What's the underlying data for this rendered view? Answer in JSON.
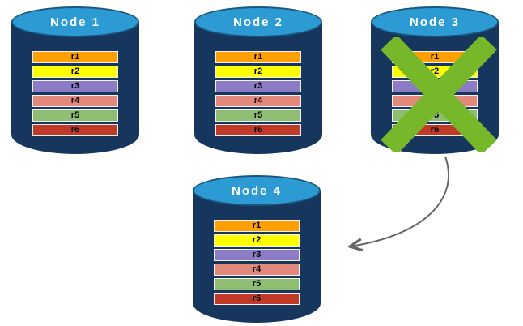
{
  "canvas": {
    "background": "#ffffff"
  },
  "cylinder": {
    "body_color": "#17365D",
    "top_color": "#2D9BD3",
    "label_color": "#ffffff"
  },
  "nodes": [
    {
      "id": "node-1",
      "label": "Node 1",
      "rows": [
        {
          "label": "r1",
          "color": "#FFA000"
        },
        {
          "label": "r2",
          "color": "#FFFF00"
        },
        {
          "label": "r3",
          "color": "#8C7CC8"
        },
        {
          "label": "r4",
          "color": "#E2897B"
        },
        {
          "label": "r5",
          "color": "#8FBE72"
        },
        {
          "label": "r6",
          "color": "#C13A27"
        }
      ]
    },
    {
      "id": "node-2",
      "label": "Node 2",
      "rows": [
        {
          "label": "r1",
          "color": "#FFA000"
        },
        {
          "label": "r2",
          "color": "#FFFF00"
        },
        {
          "label": "r3",
          "color": "#8C7CC8"
        },
        {
          "label": "r4",
          "color": "#E2897B"
        },
        {
          "label": "r5",
          "color": "#8FBE72"
        },
        {
          "label": "r6",
          "color": "#C13A27"
        }
      ]
    },
    {
      "id": "node-3",
      "label": "Node 3",
      "rows": [
        {
          "label": "r1",
          "color": "#FFA000"
        },
        {
          "label": "r2",
          "color": "#FFFF00"
        },
        {
          "label": "r3",
          "color": "#8C7CC8"
        },
        {
          "label": "r4",
          "color": "#E2897B"
        },
        {
          "label": "r5",
          "color": "#8FBE72"
        },
        {
          "label": "r6",
          "color": "#C13A27"
        }
      ]
    },
    {
      "id": "node-4",
      "label": "Node 4",
      "rows": [
        {
          "label": "r1",
          "color": "#FFA000"
        },
        {
          "label": "r2",
          "color": "#FFFF00"
        },
        {
          "label": "r3",
          "color": "#8C7CC8"
        },
        {
          "label": "r4",
          "color": "#E2897B"
        },
        {
          "label": "r5",
          "color": "#8FBE72"
        },
        {
          "label": "r6",
          "color": "#C13A27"
        }
      ]
    }
  ],
  "cross": {
    "over": "Node 3",
    "color": "#76B82A"
  },
  "arrow": {
    "from": "Node 3",
    "to": "Node 4",
    "color": "#666666"
  }
}
